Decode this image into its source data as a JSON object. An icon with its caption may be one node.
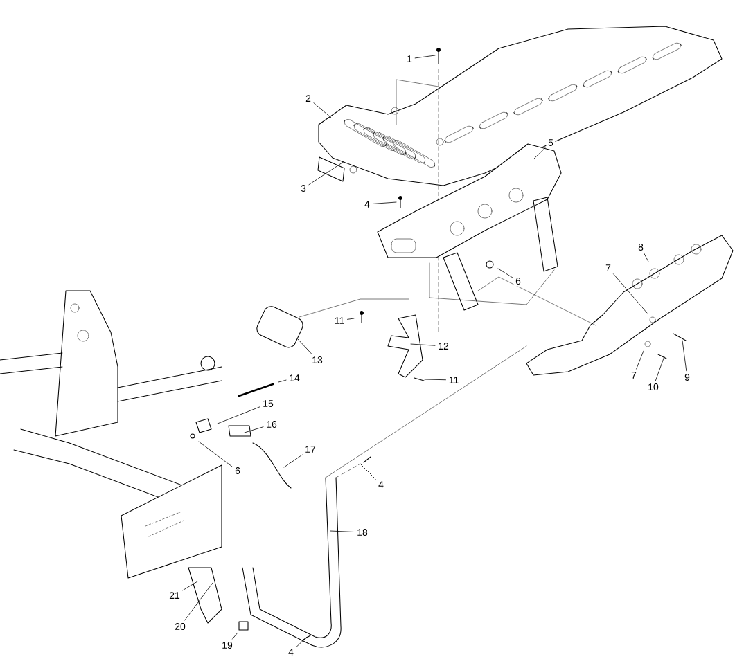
{
  "diagram": {
    "nodes": [
      {
        "text": [
          "1"
        ]
      },
      {
        "text": [
          "2"
        ]
      },
      {
        "text": [
          "3"
        ]
      },
      {
        "text": [
          "5"
        ]
      },
      {
        "text": [
          "4"
        ]
      },
      {
        "text": [
          "8"
        ]
      },
      {
        "text": [
          "7"
        ]
      },
      {
        "text": [
          "6"
        ]
      },
      {
        "text": [
          "11"
        ]
      },
      {
        "text": [
          "12"
        ]
      },
      {
        "text": [
          "13"
        ]
      },
      {
        "text": [
          "7"
        ]
      },
      {
        "text": [
          "9"
        ]
      },
      {
        "text": [
          "14"
        ]
      },
      {
        "text": [
          "11"
        ]
      },
      {
        "text": [
          "10"
        ]
      },
      {
        "text": [
          "15"
        ]
      },
      {
        "text": [
          "16"
        ]
      },
      {
        "text": [
          "17"
        ]
      },
      {
        "text": [
          "6"
        ]
      },
      {
        "text": [
          "4"
        ]
      },
      {
        "text": [
          "18"
        ]
      },
      {
        "text": [
          "21"
        ]
      },
      {
        "text": [
          "20"
        ]
      },
      {
        "text": [
          "19"
        ]
      },
      {
        "text": [
          "4"
        ]
      }
    ],
    "edges": [
      {
        "from": 0,
        "to": null,
        "arrow": "none"
      },
      {
        "from": 1,
        "to": null,
        "arrow": "none"
      },
      {
        "from": 2,
        "to": null,
        "arrow": "none"
      },
      {
        "from": 3,
        "to": null,
        "arrow": "none"
      },
      {
        "from": 4,
        "to": null,
        "arrow": "none"
      },
      {
        "from": 5,
        "to": null,
        "arrow": "none"
      },
      {
        "from": 6,
        "to": null,
        "arrow": "none"
      },
      {
        "from": 7,
        "to": null,
        "arrow": "none"
      },
      {
        "from": 8,
        "to": null,
        "arrow": "none"
      },
      {
        "from": 9,
        "to": null,
        "arrow": "none"
      },
      {
        "from": 10,
        "to": null,
        "arrow": "none"
      },
      {
        "from": 11,
        "to": null,
        "arrow": "none"
      },
      {
        "from": 12,
        "to": null,
        "arrow": "none"
      },
      {
        "from": 13,
        "to": null,
        "arrow": "none"
      },
      {
        "from": 14,
        "to": null,
        "arrow": "none"
      },
      {
        "from": 15,
        "to": null,
        "arrow": "none"
      },
      {
        "from": 16,
        "to": null,
        "arrow": "none"
      },
      {
        "from": 17,
        "to": null,
        "arrow": "none"
      },
      {
        "from": 18,
        "to": null,
        "arrow": "none"
      },
      {
        "from": 19,
        "to": null,
        "arrow": "none"
      },
      {
        "from": 20,
        "to": null,
        "arrow": "none"
      },
      {
        "from": 21,
        "to": null,
        "arrow": "none"
      },
      {
        "from": 22,
        "to": null,
        "arrow": "none"
      },
      {
        "from": 23,
        "to": null,
        "arrow": "none"
      },
      {
        "from": 24,
        "to": null,
        "arrow": "none"
      },
      {
        "from": 25,
        "to": null,
        "arrow": "none"
      }
    ]
  }
}
